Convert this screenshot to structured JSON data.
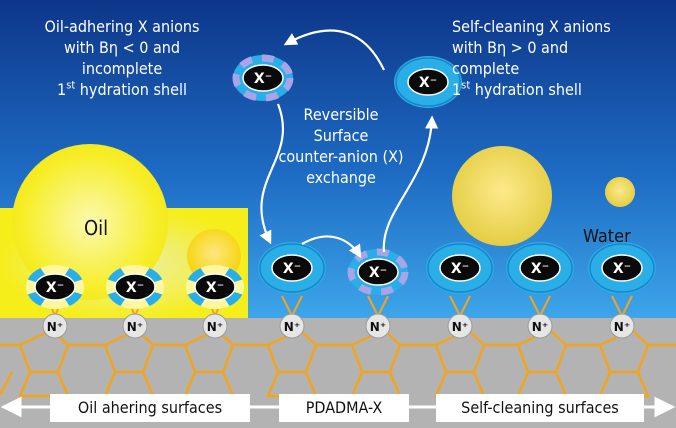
{
  "labels": {
    "left_lines": [
      "Oil-adhering X anions",
      "with Bη < 0 and",
      "incomplete"
    ],
    "left_last_sup": "st",
    "left_last_rest": " hydration shell",
    "left_last_num": "1",
    "right_lines": [
      "Self-cleaning X anions",
      "with Bη > 0 and",
      "complete"
    ],
    "right_last_num": "1",
    "right_last_sup": "st",
    "right_last_rest": " hydration shell",
    "center_lines": [
      "Reversible",
      "Surface",
      "counter-anion (X)",
      "exchange"
    ],
    "oil": "Oil",
    "water": "Water"
  },
  "ions": {
    "anion": "X⁻",
    "cation": "N⁺"
  },
  "bottom": {
    "left": "Oil ahering surfaces",
    "middle": "PDADMA-X",
    "right": "Self-cleaning surfaces"
  },
  "colors": {
    "sky_top": "#0e3a8c",
    "sky_bottom": "#3aa0e6",
    "oil": "#f5ee1a",
    "substrate": "#b5b5b5",
    "chain": "#f2a51c",
    "hydration": "#29aee8"
  }
}
